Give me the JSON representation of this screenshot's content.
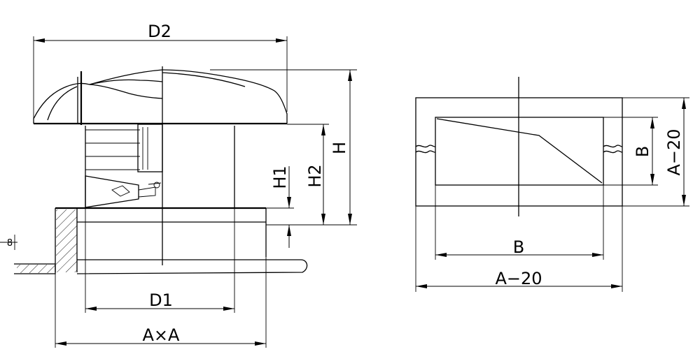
{
  "left_view": {
    "dimensions": {
      "d2": "D2",
      "h": "H",
      "h1": "H1",
      "h2": "H2",
      "d1": "D1",
      "axa": "A×A",
      "small_mark": "8"
    }
  },
  "right_view": {
    "dimensions": {
      "b_vertical": "B",
      "a20_vertical": "A−20",
      "b_horizontal": "B",
      "a20_horizontal": "A−20"
    }
  }
}
